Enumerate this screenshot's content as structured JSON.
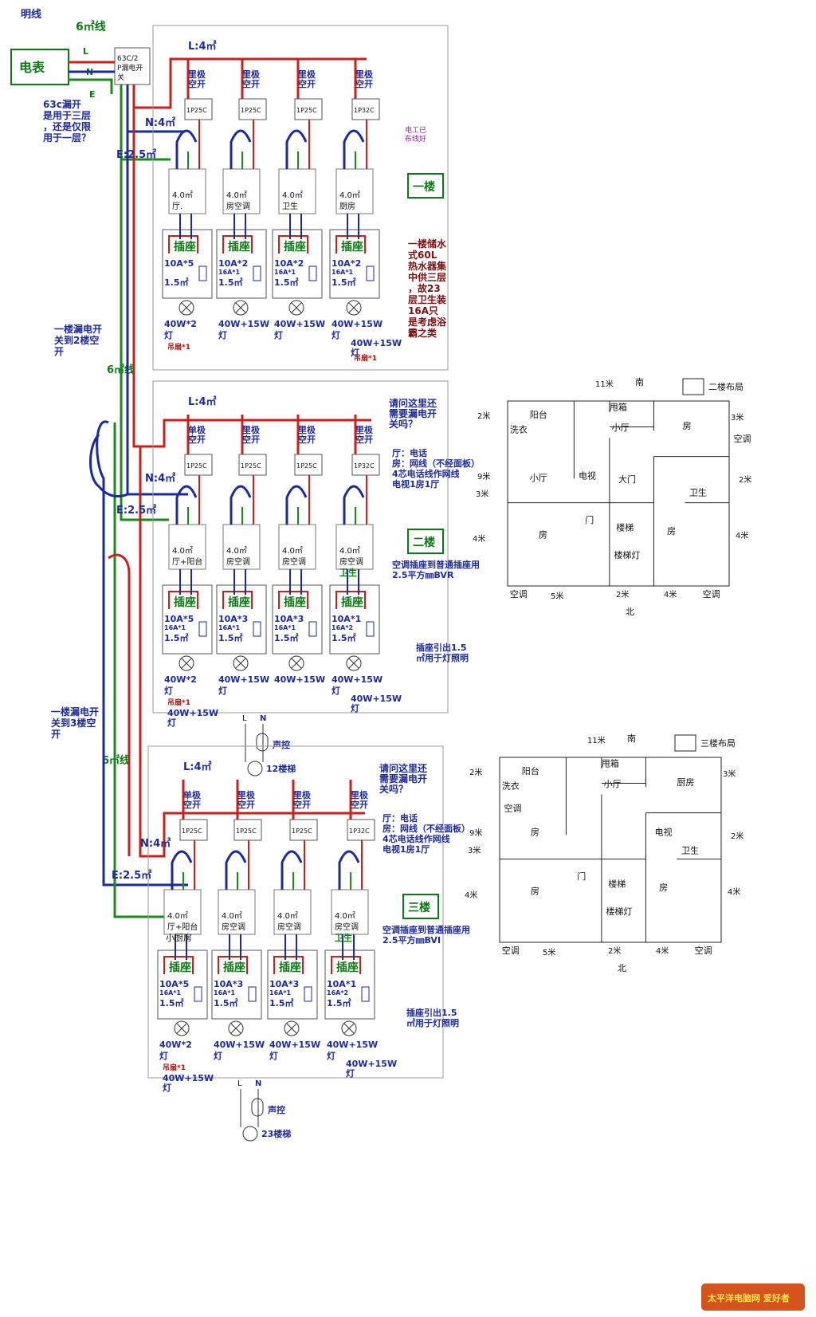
{
  "colors": {
    "live": "#cc1f1a",
    "neutral": "#1c2aa0",
    "earth": "#1a8a1a",
    "box": "#555555",
    "note": "#1c2aa0",
    "brand_bg": "#d6531e",
    "brand_fg": "#ffe34d"
  },
  "header": {
    "mingxian": "明线",
    "wire6": "6㎡线",
    "meter": "电表",
    "L": "L",
    "N": "N",
    "E": "E",
    "main_breaker": "63C/2P漏电开关"
  },
  "left_notes": {
    "q63c": "63c漏开是用于三层，还是仅限用于一层？",
    "to2": "一楼漏电开关到2楼空开",
    "wire6b": "6㎡线",
    "to3": "一楼漏电开关到3楼空开",
    "wire6c": "6㎡线"
  },
  "floors": [
    {
      "tag": "一楼",
      "L": "L:4㎡",
      "N": "N:4㎡",
      "E": "E:2.5㎡",
      "breaker_labels": [
        "1P25C",
        "1P25C",
        "1P25C",
        "1P32C"
      ],
      "breaker_titles": [
        "里极空开",
        "里极空开",
        "里极空开",
        "里极空开"
      ],
      "junctions": [
        [
          "4.0㎡",
          "厅."
        ],
        [
          "4.0㎡",
          "房空调"
        ],
        [
          "4.0㎡",
          "卫生"
        ],
        [
          "4.0㎡",
          "厨房"
        ]
      ],
      "sockets": [
        {
          "label": "插座",
          "spec": "10A*5",
          "sub": "",
          "wire": "1.5㎡",
          "lamp": "40W*2",
          "lamp2": "灯"
        },
        {
          "label": "插座",
          "spec": "10A*2",
          "sub": "16A*1",
          "wire": "1.5㎡",
          "lamp": "40W+15W",
          "lamp2": "灯"
        },
        {
          "label": "插座",
          "spec": "10A*2",
          "sub": "16A*1",
          "wire": "1.5㎡",
          "lamp": "40W+15W",
          "lamp2": "灯"
        },
        {
          "label": "插座",
          "spec": "10A*2",
          "sub": "16A*1",
          "wire": "1.5㎡",
          "lamp": "40W+15W",
          "lamp2": "灯"
        }
      ],
      "extras": {
        "fan1": "吊扇*1",
        "fan4": "吊扇*1",
        "lamp4b": "40W+15W",
        "lamp4c": "灯"
      },
      "note_purple": "电工已布线好",
      "side_note": "一楼储水式60L热水器集中供三层，故23层卫生装16A只是考虑浴霸之类"
    },
    {
      "tag": "二楼",
      "L": "L:4㎡",
      "N": "N:4㎡",
      "E": "E:2.5㎡",
      "breaker_labels": [
        "1P25C",
        "1P25C",
        "1P25C",
        "1P32C"
      ],
      "breaker_titles": [
        "单极空开",
        "里极空开",
        "里极空开",
        "里极空开"
      ],
      "junctions": [
        [
          "4.0㎡",
          "厅+阳台"
        ],
        [
          "4.0㎡",
          "房空调"
        ],
        [
          "4.0㎡",
          "房空调"
        ],
        [
          "4.0㎡",
          "房空调"
        ]
      ],
      "sockets": [
        {
          "label": "插座",
          "spec": "10A*5",
          "sub": "16A*1",
          "wire": "1.5㎡",
          "lamp": "40W*2",
          "lamp2": "灯"
        },
        {
          "label": "插座",
          "spec": "10A*3",
          "sub": "16A*1",
          "wire": "1.5㎡",
          "lamp": "40W+15W",
          "lamp2": "灯"
        },
        {
          "label": "插座",
          "spec": "10A*3",
          "sub": "16A*1",
          "wire": "1.5㎡",
          "lamp": "40W+15W",
          "lamp2": ""
        },
        {
          "label": "插座",
          "spec": "10A*1",
          "sub": "16A*2",
          "wire": "1.5㎡",
          "lamp": "40W+15W",
          "lamp2": "灯"
        }
      ],
      "extras": {
        "fan1": "吊扇*1",
        "lamp1b": "40W+15W",
        "lamp1c": "灯",
        "lamp4b": "40W+15W",
        "lamp4c": "灯",
        "wei": "卫生"
      },
      "question": "请问这里还需要漏电开关吗？",
      "info": [
        "厅：电话",
        "房：网线（不经面板）",
        "4芯电话线作网线",
        "电视1房1厅"
      ],
      "ac_note": "空调插座到普通插座用2.5平方㎜BVR",
      "socket_note": "插座引出1.5㎡用于灯照明",
      "stair": {
        "L": "L",
        "N": "N",
        "sound": "声控",
        "lamp": "12楼梯"
      }
    },
    {
      "tag": "三楼",
      "L": "L:4㎡",
      "N": "N:4㎡",
      "E": "E:2.5㎡",
      "breaker_labels": [
        "1P25C",
        "1P25C",
        "1P25C",
        "1P32C"
      ],
      "breaker_titles": [
        "单极空开",
        "里极空开",
        "里极空开",
        "里极空开"
      ],
      "junctions": [
        [
          "4.0㎡",
          "厅+阳台"
        ],
        [
          "4.0㎡",
          "房空调"
        ],
        [
          "4.0㎡",
          "房空调"
        ],
        [
          "4.0㎡",
          "房空调"
        ]
      ],
      "sockets": [
        {
          "label": "插座",
          "spec": "10A*5",
          "sub": "16A*1",
          "wire": "1.5㎡",
          "lamp": "40W*2",
          "lamp2": "灯"
        },
        {
          "label": "插座",
          "spec": "10A*3",
          "sub": "16A*1",
          "wire": "1.5㎡",
          "lamp": "40W+15W",
          "lamp2": "灯"
        },
        {
          "label": "插座",
          "spec": "10A*3",
          "sub": "16A*1",
          "wire": "1.5㎡",
          "lamp": "40W+15W",
          "lamp2": "灯"
        },
        {
          "label": "插座",
          "spec": "10A*1",
          "sub": "16A*2",
          "wire": "1.5㎡",
          "lamp": "40W+15W",
          "lamp2": "灯"
        }
      ],
      "extras": {
        "fan1": "吊扇*1",
        "lamp1b": "40W+15W",
        "lamp1c": "灯",
        "lamp4b": "40W+15W",
        "lamp4c": "灯",
        "wei": "卫生",
        "xiaochu": "小厨房"
      },
      "question": "请问这里还需要漏电开关吗？",
      "info": [
        "厅：电话",
        "房：网线（不经面板）",
        "4芯电话线作网线",
        "电视1房1厅"
      ],
      "ac_note": "空调插座到普通插座用2.5平方㎜BVI",
      "socket_note": "插座引出1.5㎡用于灯照明",
      "stair": {
        "L": "L",
        "N": "N",
        "sound": "声控",
        "lamp": "23楼梯"
      }
    }
  ],
  "layouts": [
    {
      "title": "二楼布局",
      "south": "南",
      "north": "北",
      "top_dim": "11米",
      "dims": {
        "l1": "2米",
        "l2": "9米",
        "l3": "3米",
        "l4": "4米",
        "r1": "3米",
        "r2": "2米",
        "r3": "4米",
        "b1": "5米",
        "b2": "2米",
        "b3": "4米"
      },
      "rooms": {
        "yangtai": "阳台",
        "xiyi": "洗衣",
        "shuaxiang": "甩箱",
        "xiaoting1": "小厅",
        "fang1": "房",
        "kongtiao1": "空调",
        "xiaoting2": "小厅",
        "dianshi": "电视",
        "damen": "大门",
        "weisheng": "卫生",
        "fang2": "房",
        "louti": "楼梯",
        "fang3": "房",
        "loutideng": "楼梯灯",
        "kongtiao2": "空调",
        "kongtiao3": "空调",
        "men": "门"
      }
    },
    {
      "title": "三楼布局",
      "south": "南",
      "north": "北",
      "top_dim": "11米",
      "dims": {
        "l1": "2米",
        "l2": "9米",
        "l3": "3米",
        "l4": "4米",
        "r1": "3米",
        "r2": "2米",
        "r3": "4米",
        "b1": "5米",
        "b2": "2米",
        "b3": "4米"
      },
      "rooms": {
        "yangtai": "阳台",
        "xiyi": "洗衣",
        "shuaxiang": "甩箱",
        "xiaoting1": "小厅",
        "chufang": "厨房",
        "kongtiao1": "空调",
        "fang1": "房",
        "dianshi": "电视",
        "weisheng": "卫生",
        "fang2": "房",
        "louti": "楼梯",
        "fang3": "房",
        "loutideng": "楼梯灯",
        "kongtiao2": "空调",
        "kongtiao3": "空调",
        "men": "门"
      }
    }
  ],
  "brand": "太平洋电脑网 爱好者"
}
